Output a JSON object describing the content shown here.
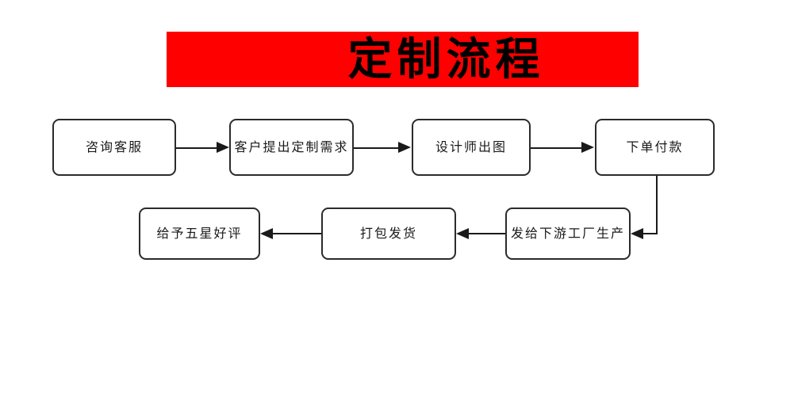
{
  "title_banner": {
    "text": "定制流程",
    "background_color": "#ff0000",
    "text_color": "#000000"
  },
  "diagram": {
    "box_border_color": "#2b2b2b",
    "box_fill_color": "#ffffff",
    "connector_color": "#1a1a1a",
    "row1": [
      {
        "id": "step-1",
        "label": "咨询客服"
      },
      {
        "id": "step-2",
        "label": "客户提出定制需求"
      },
      {
        "id": "step-3",
        "label": "设计师出图"
      },
      {
        "id": "step-4",
        "label": "下单付款"
      }
    ],
    "row2": [
      {
        "id": "step-7",
        "label": "给予五星好评"
      },
      {
        "id": "step-6",
        "label": "打包发货"
      },
      {
        "id": "step-5",
        "label": "发给下游工厂生产"
      }
    ],
    "connectors": [
      {
        "id": "arrow-1-to-2",
        "direction": "right"
      },
      {
        "id": "arrow-2-to-3",
        "direction": "right"
      },
      {
        "id": "arrow-3-to-4",
        "direction": "right"
      },
      {
        "id": "arrow-4-to-5",
        "direction": "elbow-down-left"
      },
      {
        "id": "arrow-5-to-6",
        "direction": "left"
      },
      {
        "id": "arrow-6-to-7",
        "direction": "left"
      }
    ]
  }
}
